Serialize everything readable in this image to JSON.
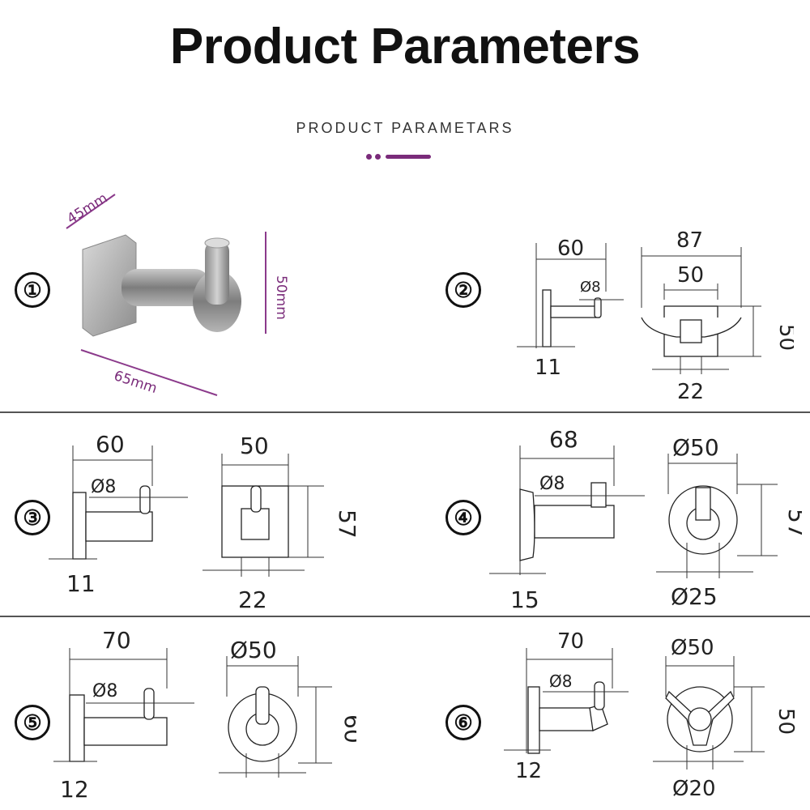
{
  "header": {
    "title": "Product Parameters",
    "subtitle": "PRODUCT PARAMETARS"
  },
  "colors": {
    "accent": "#7a2b7a",
    "divider": "#555555"
  },
  "panels": [
    {
      "number": "①",
      "dims": {
        "width": "45mm",
        "height": "50mm",
        "length": "65mm"
      }
    },
    {
      "number": "②",
      "dims": {
        "depth": "60",
        "pin": "Ø8",
        "base": "11",
        "span": "87",
        "plate_w": "50",
        "plate_h": "50",
        "stem": "22"
      }
    },
    {
      "number": "③",
      "dims": {
        "depth": "60",
        "pin": "Ø8",
        "base": "11",
        "plate_w": "50",
        "plate_h": "57",
        "stem": "22"
      }
    },
    {
      "number": "④",
      "dims": {
        "depth": "68",
        "pin": "Ø8",
        "base": "15",
        "outer": "Ø50",
        "height": "57",
        "inner": "Ø25"
      }
    },
    {
      "number": "⑤",
      "dims": {
        "depth": "70",
        "pin": "Ø8",
        "base": "12",
        "outer": "Ø50",
        "height": "60"
      }
    },
    {
      "number": "⑥",
      "dims": {
        "depth": "70",
        "pin": "Ø8",
        "base": "12",
        "outer": "Ø50",
        "height": "50",
        "inner": "Ø20"
      }
    }
  ]
}
